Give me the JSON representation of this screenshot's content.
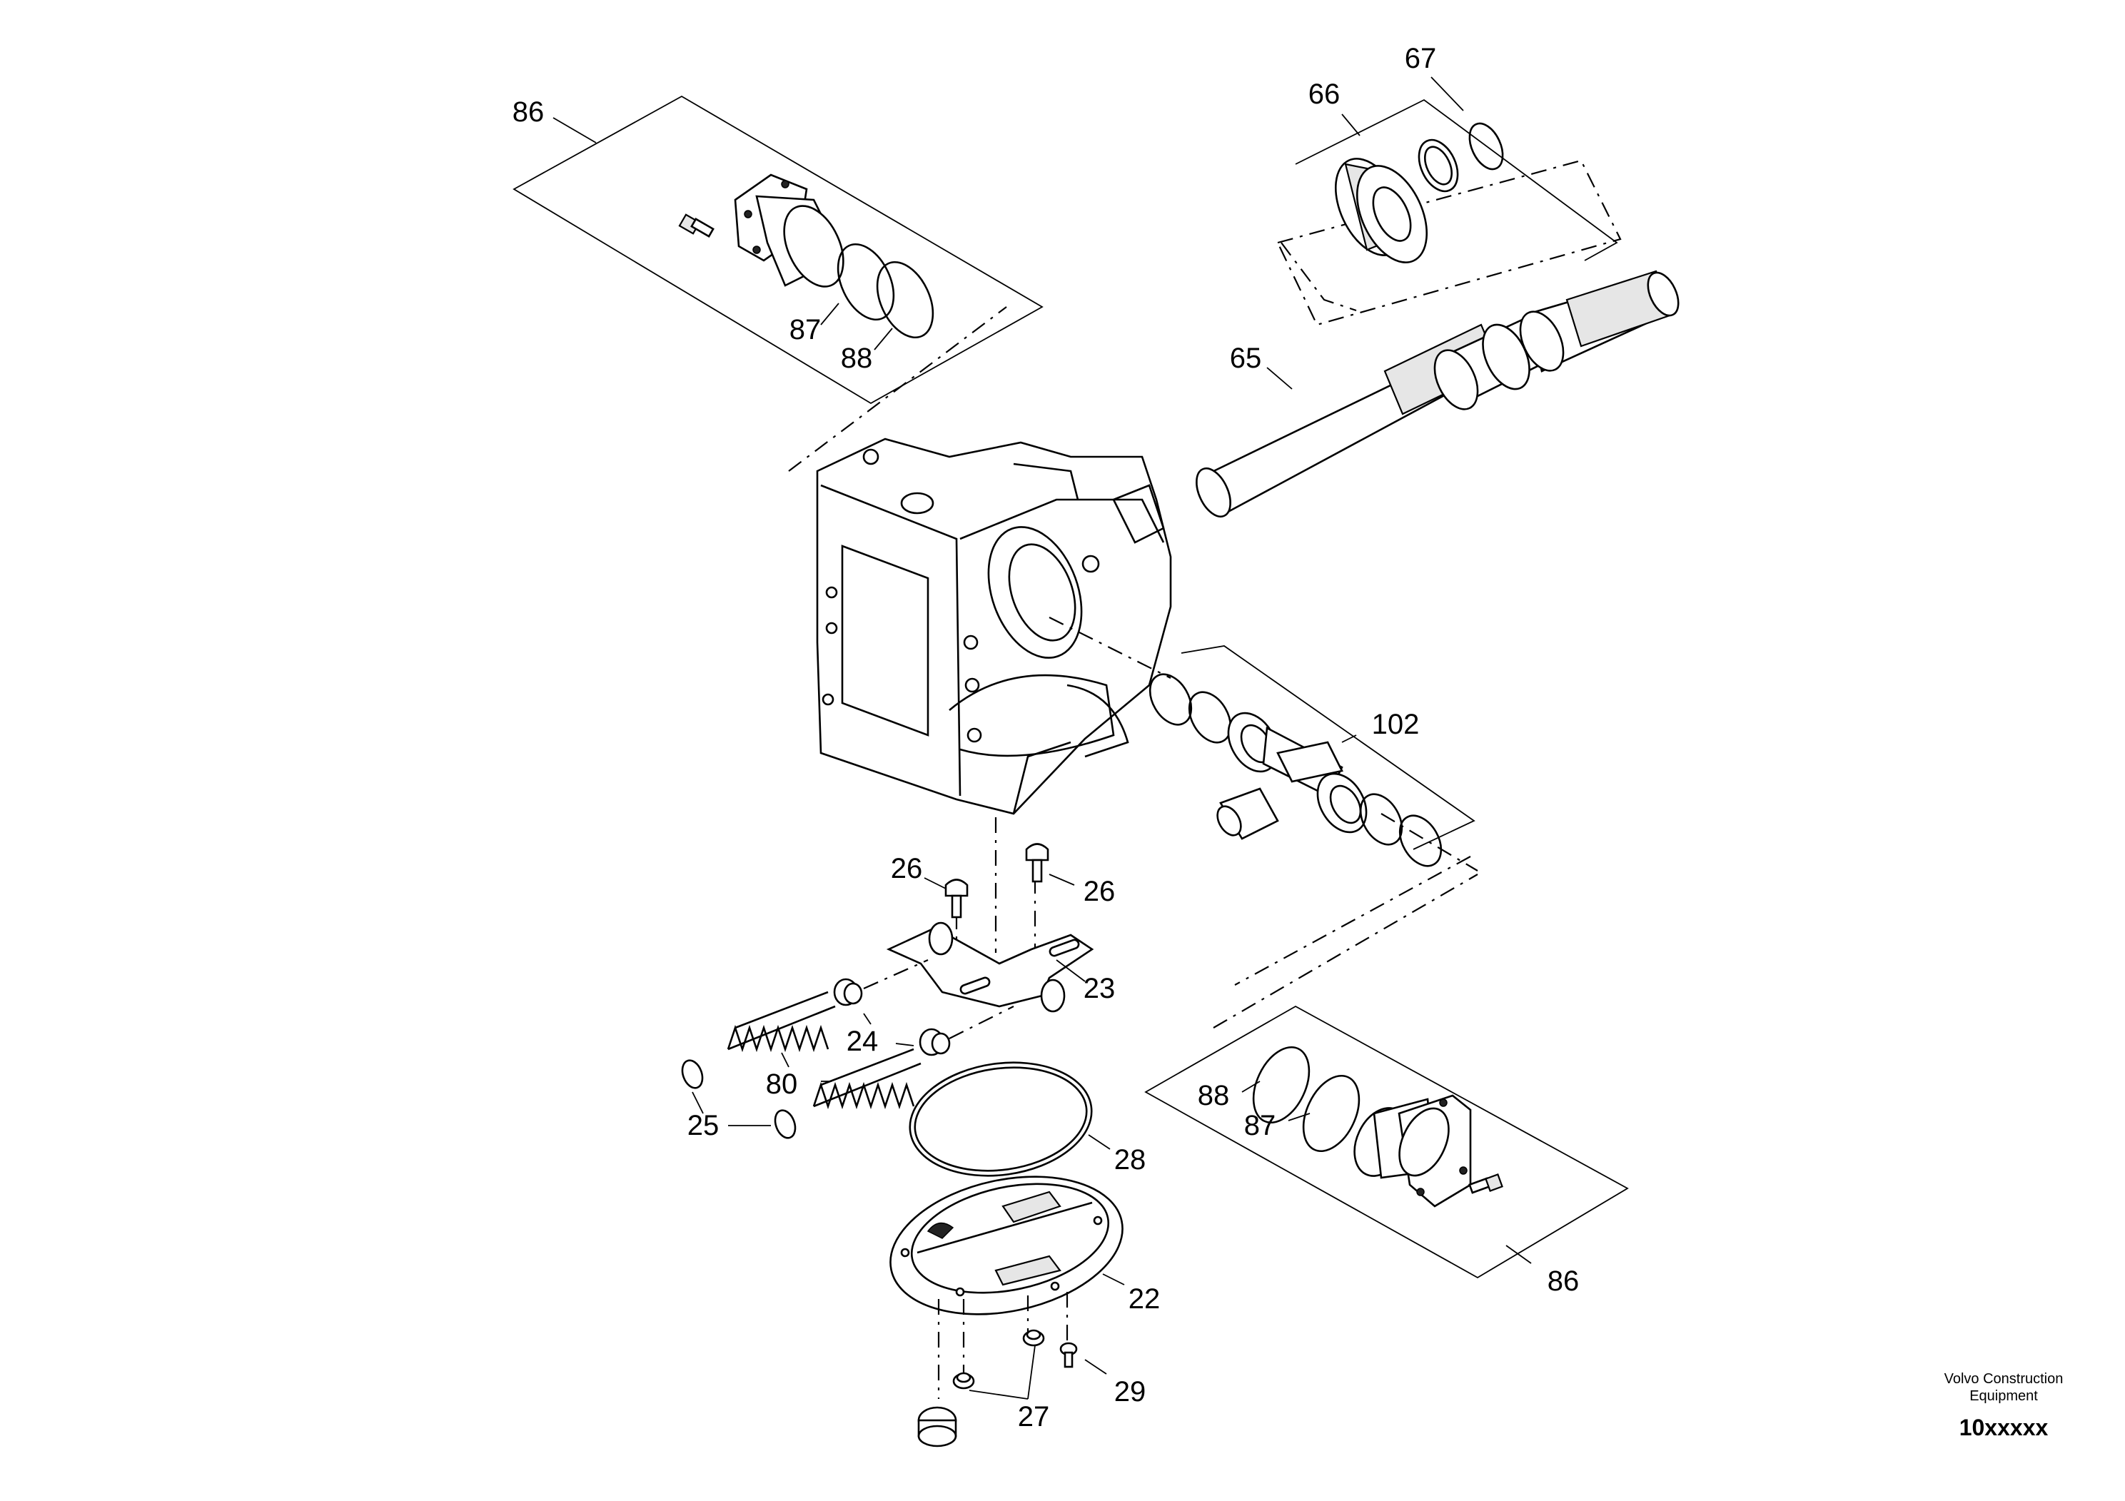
{
  "callouts": {
    "c86_top": "86",
    "c87_top": "87",
    "c88_top": "88",
    "c66": "66",
    "c67": "67",
    "c65": "65",
    "c102": "102",
    "c26_left": "26",
    "c26_right": "26",
    "c23": "23",
    "c24": "24",
    "c80": "80",
    "c25": "25",
    "c28": "28",
    "c88_bottom": "88",
    "c87_bottom": "87",
    "c86_bottom": "86",
    "c22": "22",
    "c29": "29",
    "c27": "27"
  },
  "brand": {
    "line1": "Volvo Construction",
    "line2": "Equipment",
    "code": "10xxxxx"
  }
}
